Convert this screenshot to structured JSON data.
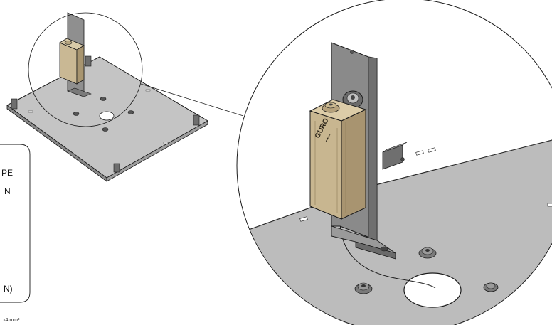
{
  "legend": {
    "pe_label": "PE",
    "n_label": "N",
    "n_paren_label": "N)"
  },
  "footnote": "x4 mm²",
  "device": {
    "brand": "GURO",
    "sub_brand": "••••••"
  },
  "colors": {
    "plate": "#bfbfbf",
    "plate_edge": "#3a3a3a",
    "bracket": "#8c8c8c",
    "device_body": "#c9b894",
    "device_shade": "#a89570",
    "outline": "#1a1a1a"
  }
}
